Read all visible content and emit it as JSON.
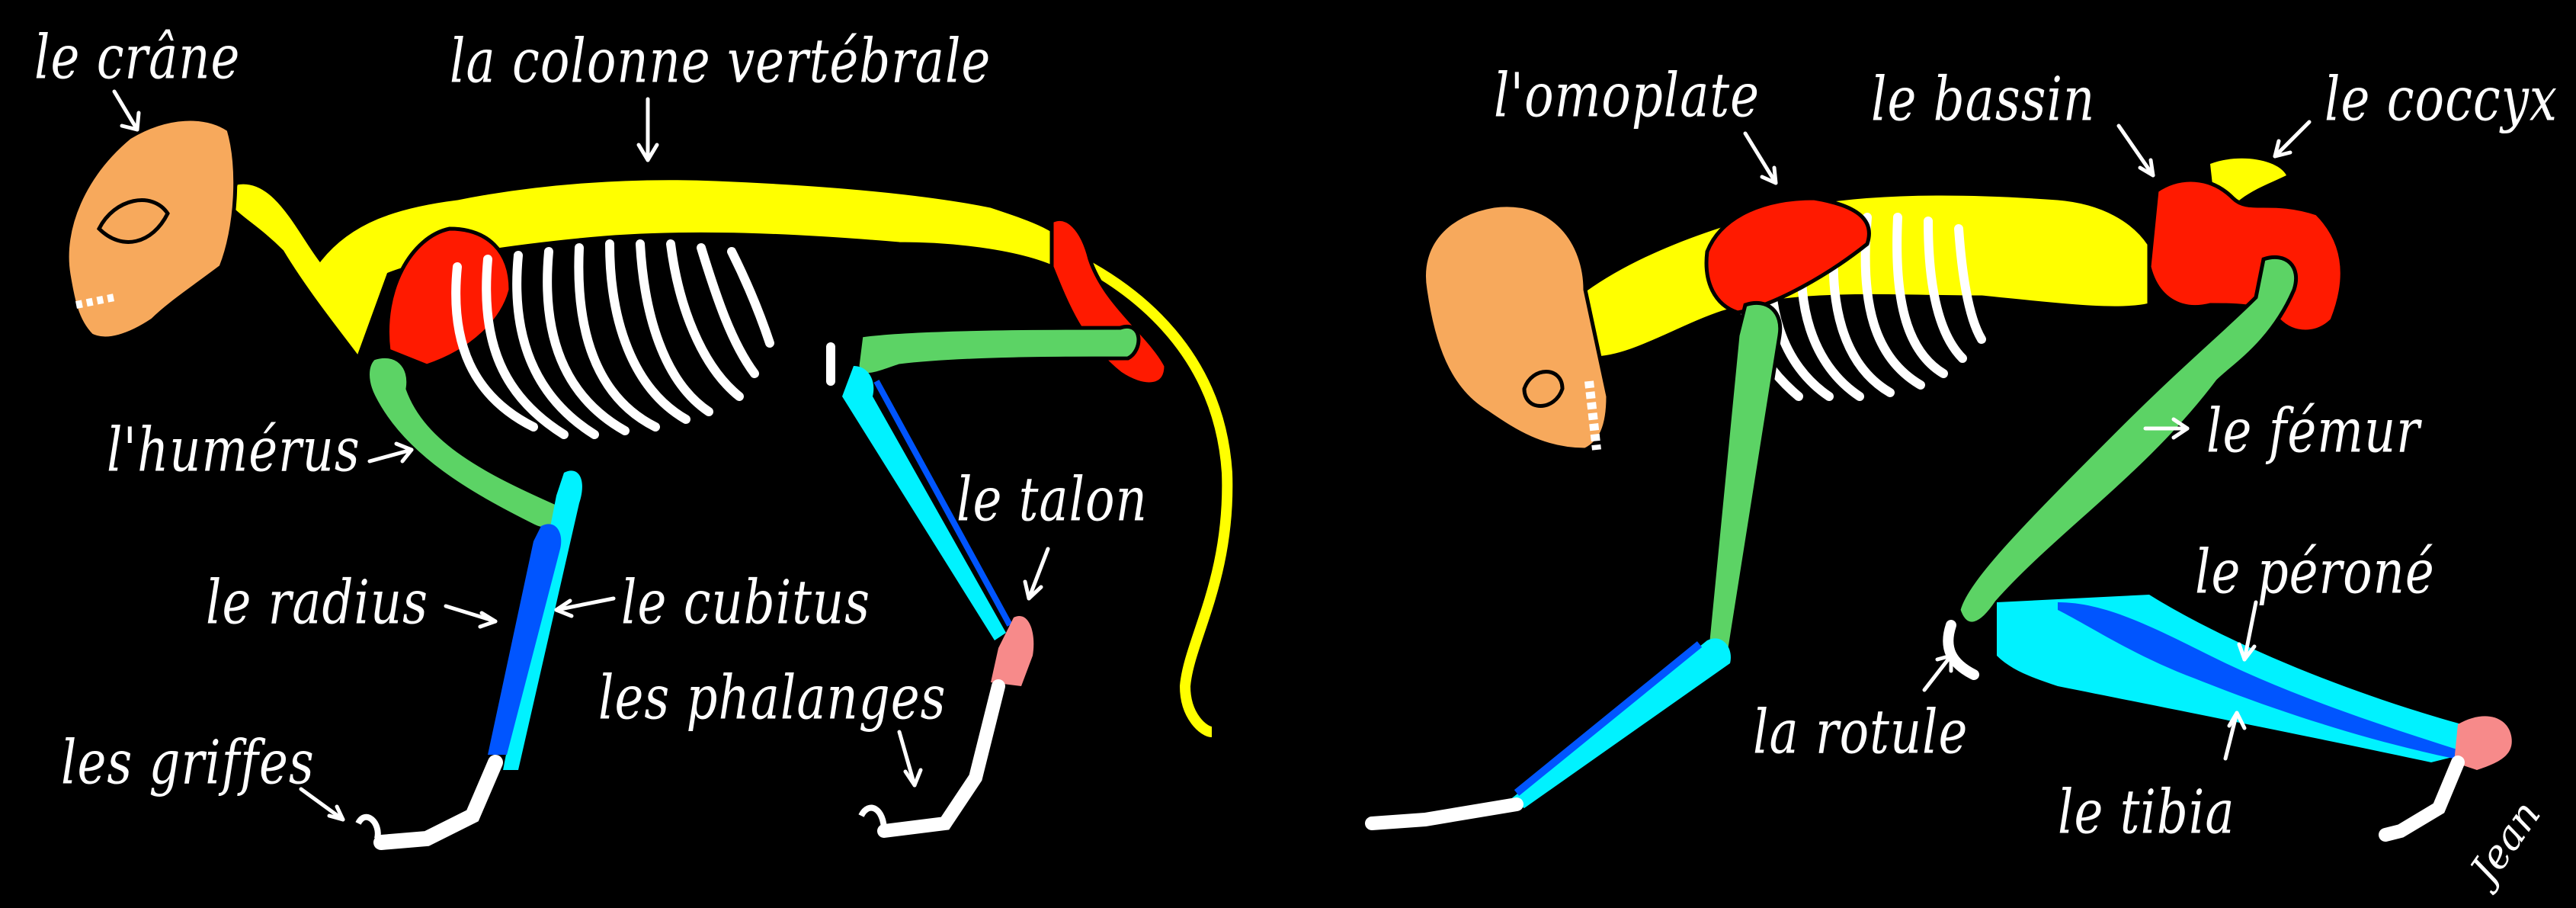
{
  "colors": {
    "background": "#000000",
    "skull": "#F7A95C",
    "spine": "#FFFF00",
    "scapula_pelvis": "#FF1A00",
    "humerus_femur": "#5CD365",
    "radius_fibula": "#0055FF",
    "ulna_tibia": "#00F2FF",
    "heel": "#F78A8A",
    "ribs_phalanges": "#FFFFFF",
    "labels": "#FFFFFF"
  },
  "cat": {
    "labels": {
      "skull": "le crâne",
      "spine": "la colonne vertébrale",
      "humerus": "l'humérus",
      "radius": "le radius",
      "ulna": "le cubitus",
      "claws": "les griffes",
      "phalanges": "les phalanges",
      "heel": "le talon"
    }
  },
  "human": {
    "labels": {
      "scapula": "l'omoplate",
      "pelvis": "le bassin",
      "coccyx": "le coccyx",
      "femur": "le fémur",
      "fibula": "le péroné",
      "patella": "la rotule",
      "tibia": "le tibia"
    }
  },
  "signature": "Jean"
}
